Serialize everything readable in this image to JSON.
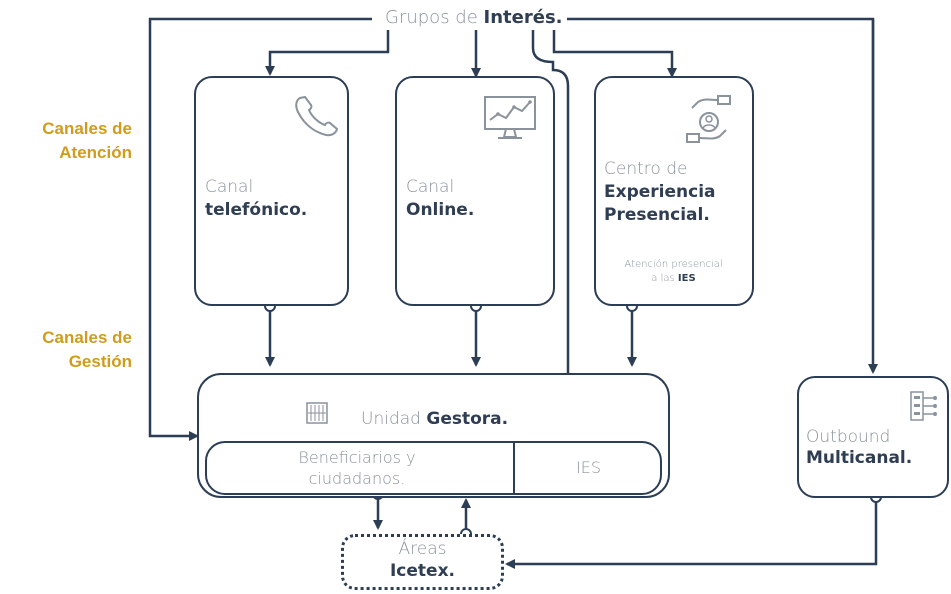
{
  "header": {
    "groups_prefix": "Grupos de",
    "groups_bold": "Interés."
  },
  "side_labels": {
    "atencion_line1": "Canales de",
    "atencion_line2": "Atención",
    "gestion_line1": "Canales de",
    "gestion_line2": "Gestión"
  },
  "channels": [
    {
      "line1": "Canal",
      "line2": "telefónico.",
      "icon": "phone-icon"
    },
    {
      "line1": "Canal",
      "line2": "Online.",
      "icon": "monitor-chart-icon"
    },
    {
      "line1": "Centro de",
      "line2": "Experiencia",
      "line3": "Presencial.",
      "note_line1": "Atención presencial",
      "note_prefix": "a las",
      "note_bold": "IES",
      "icon": "hand-person-icon"
    }
  ],
  "unidad": {
    "prefix": "Unidad",
    "bold": "Gestora.",
    "icon": "building-icon",
    "left_line1": "Beneficiarios y",
    "left_line2": "ciudadanos.",
    "right": "IES"
  },
  "outbound": {
    "line1": "Outbound",
    "line2": "Multicanal.",
    "icon": "network-panel-icon"
  },
  "areas": {
    "line1": "Áreas",
    "line2": "Icetex."
  },
  "colors": {
    "line": "#2c3e55",
    "gold": "#cf9c1b",
    "text": "#5d6775"
  }
}
